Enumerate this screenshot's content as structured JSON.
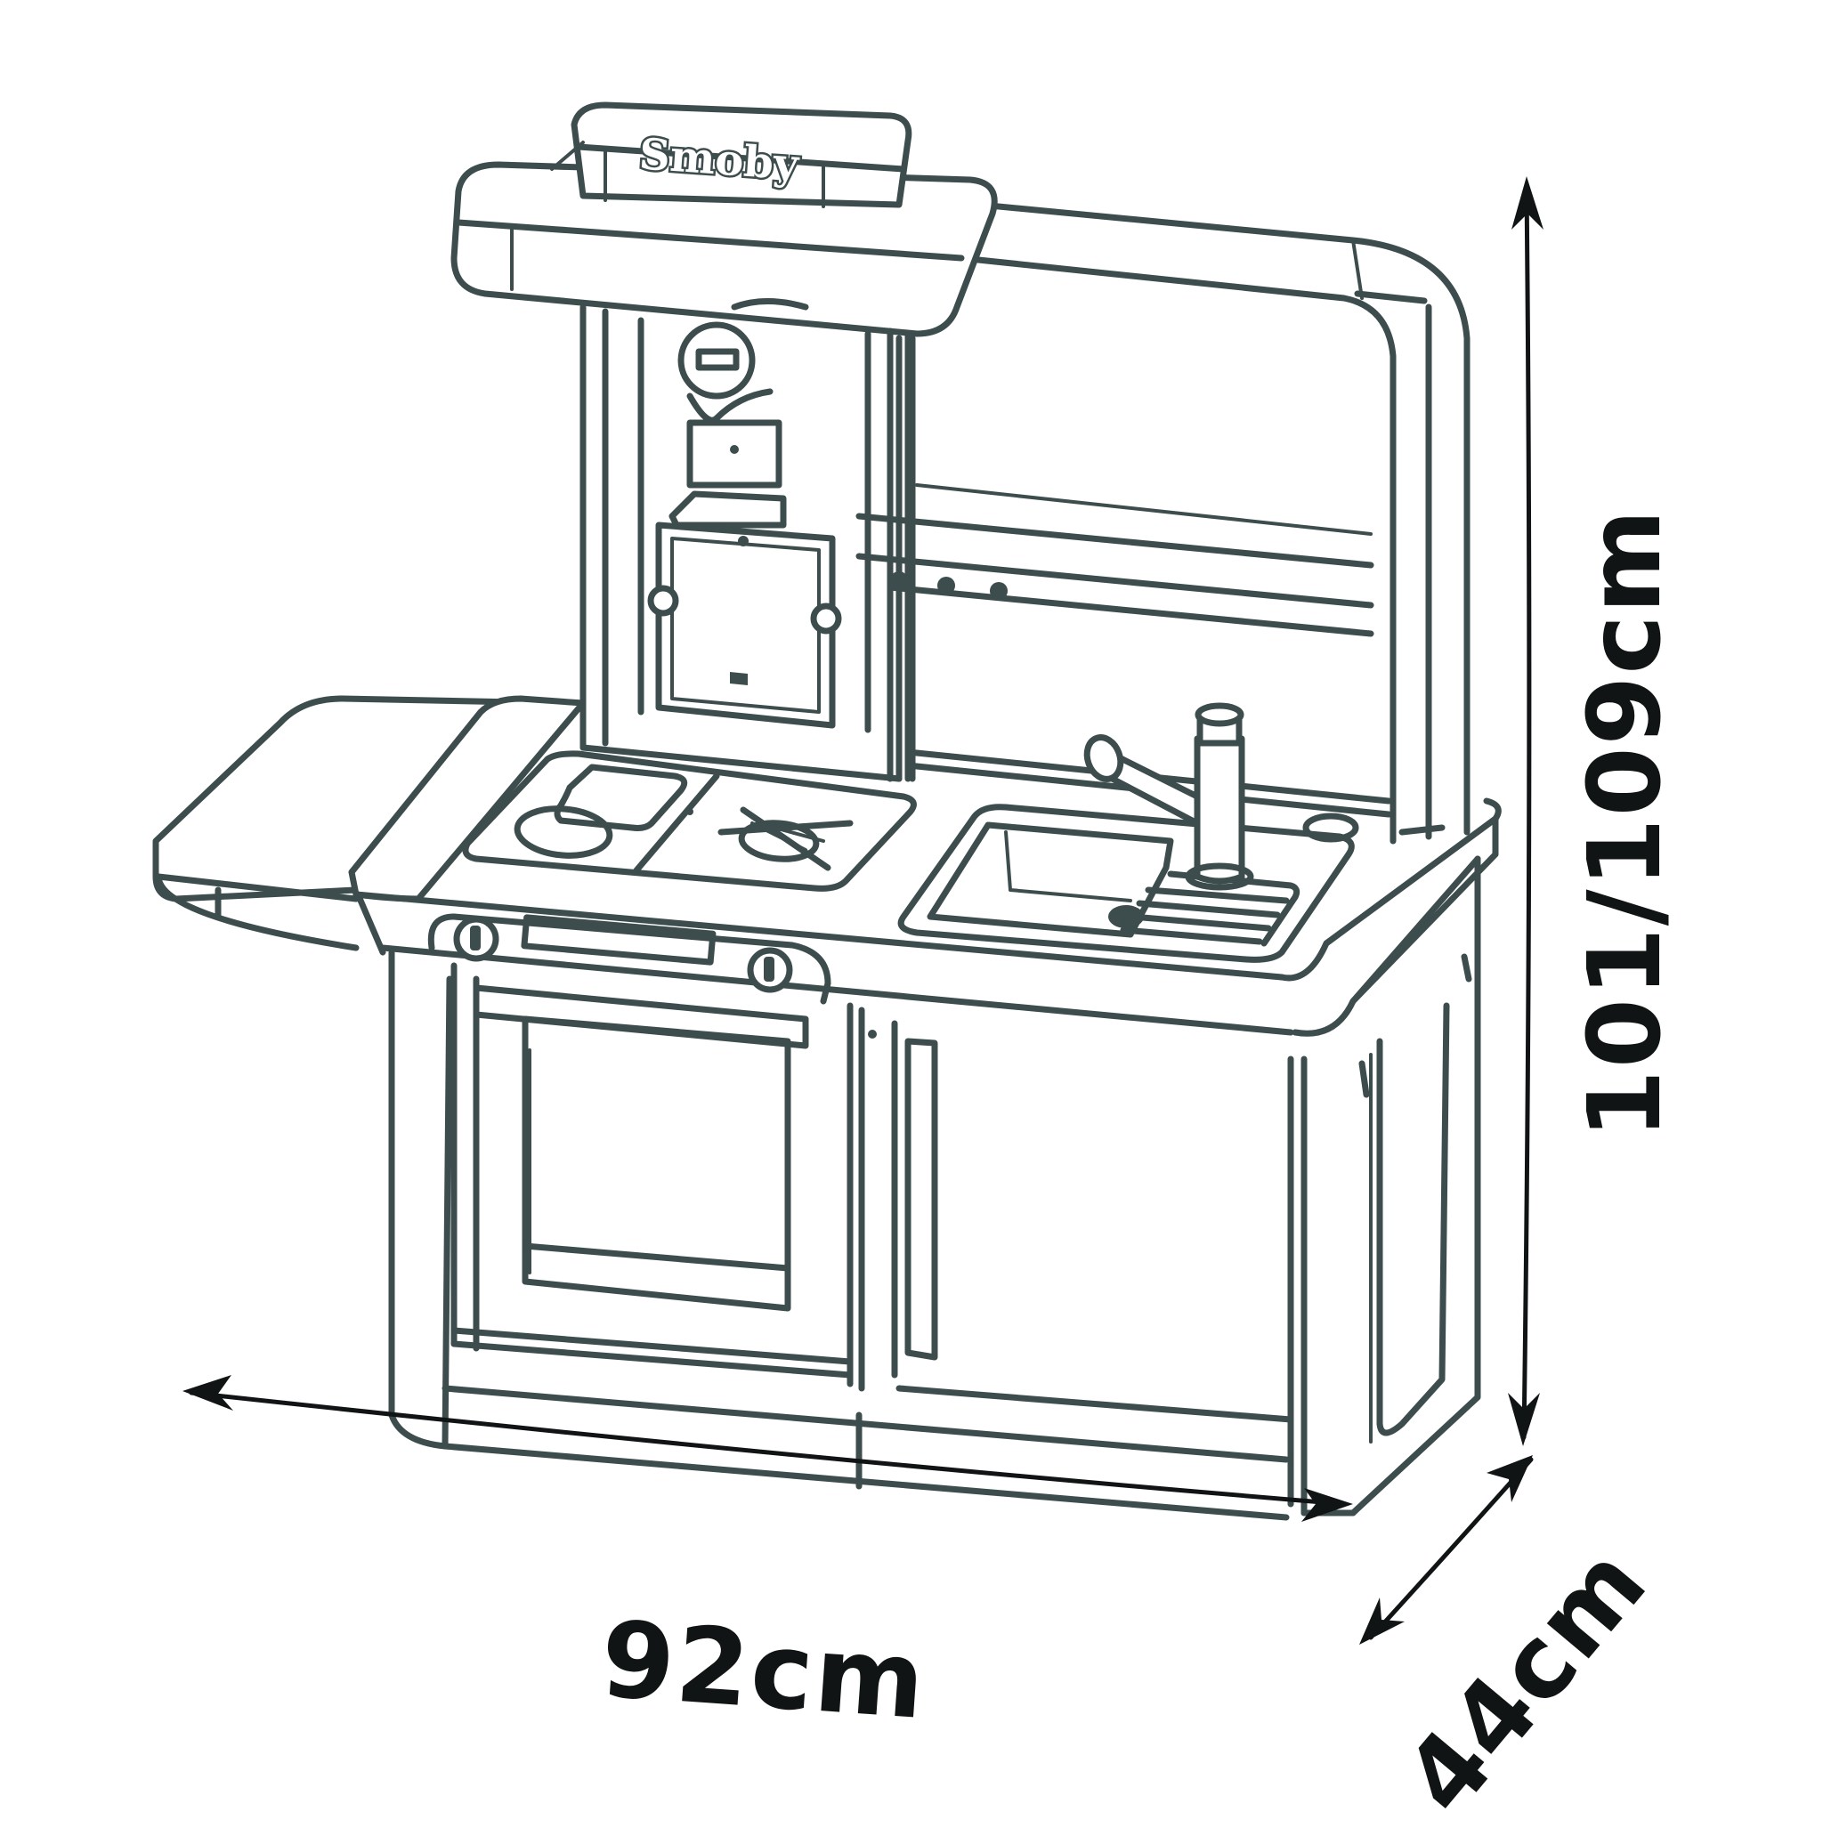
{
  "diagram": {
    "title": "Toy kitchen dimensions",
    "brand_logo": "Smoby",
    "line_color": "#3d4c4c",
    "label_color": "#111414",
    "background": "#ffffff"
  },
  "dimensions": {
    "width": {
      "label": "92cm",
      "value": 92,
      "unit": "cm"
    },
    "depth": {
      "label": "44cm",
      "value": 44,
      "unit": "cm"
    },
    "height": {
      "label": "101/109cm",
      "values": [
        101,
        109
      ],
      "unit": "cm"
    }
  },
  "parts": [
    "top-shelf-with-logo",
    "coffee-machine",
    "back-rail",
    "hob-hotplates",
    "gas-burner",
    "sink",
    "tap",
    "drainer",
    "oven-door",
    "control-knobs",
    "cabinet-door",
    "side-extension-table"
  ]
}
